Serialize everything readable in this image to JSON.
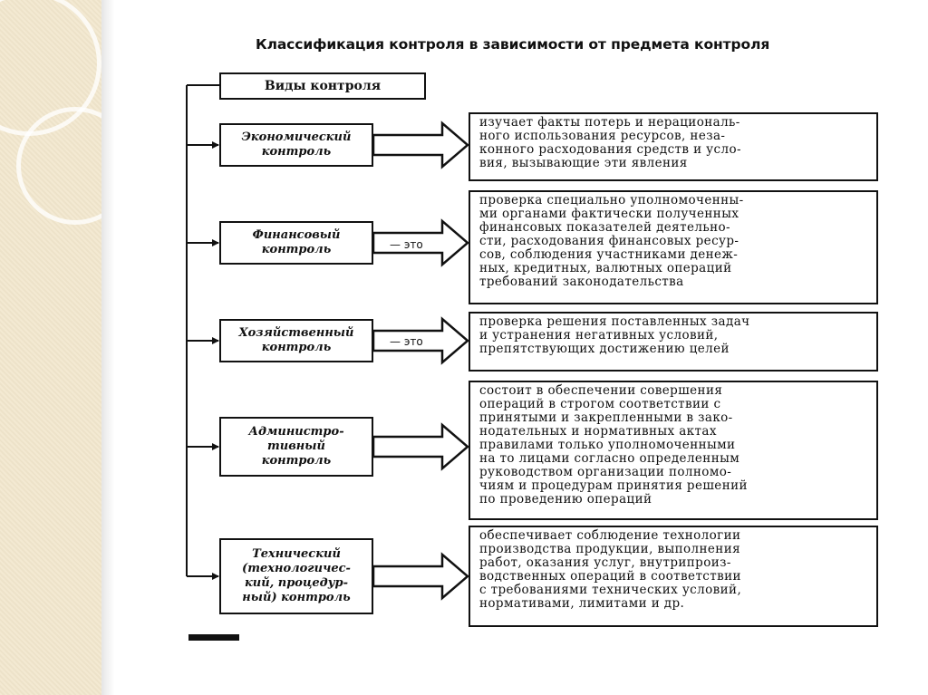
{
  "title": "Классификация контроля в зависимости от предмета контроля",
  "header_box": "Виды контроля",
  "types": [
    {
      "label_lines": [
        "Экономический",
        "контроль"
      ],
      "connector": "",
      "description_lines": [
        "изучает факты потерь и нерациональ-",
        "ного использования ресурсов, неза-",
        "конного расходования средств и усло-",
        "вия, вызывающие эти явления"
      ]
    },
    {
      "label_lines": [
        "Финансовый",
        "контроль"
      ],
      "connector": "— это",
      "description_lines": [
        "проверка специально уполномоченны-",
        "ми органами фактически полученных",
        "финансовых показателей деятельно-",
        "сти, расходования финансовых ресур-",
        "сов, соблюдения участниками денеж-",
        "ных, кредитных, валютных операций",
        "требований законодательства"
      ]
    },
    {
      "label_lines": [
        "Хозяйственный",
        "контроль"
      ],
      "connector": "— это",
      "description_lines": [
        "проверка решения поставленных задач",
        "и устранения негативных условий,",
        "препятствующих достижению целей"
      ]
    },
    {
      "label_lines": [
        "Администро-",
        "тивный",
        "контроль"
      ],
      "connector": "",
      "description_lines": [
        "состоит в обеспечении совершения",
        "операций в строгом соответствии с",
        "принятыми и закрепленными в зако-",
        "нодательных и нормативных актах",
        "правилами только уполномоченными",
        "на то лицами согласно определенным",
        "руководством организации полномо-",
        "чиям и процедурам принятия решений",
        "по проведению операций"
      ]
    },
    {
      "label_lines": [
        "Технический",
        "(технологичес-",
        "кий, процедур-",
        "ный) контроль"
      ],
      "connector": "",
      "description_lines": [
        "обеспечивает соблюдение технологии",
        "производства продукции, выполнения",
        "работ, оказания услуг, внутрипроиз-",
        "водственных операций в соответствии",
        "с требованиями технических условий,",
        "нормативами, лимитами и др."
      ]
    }
  ]
}
